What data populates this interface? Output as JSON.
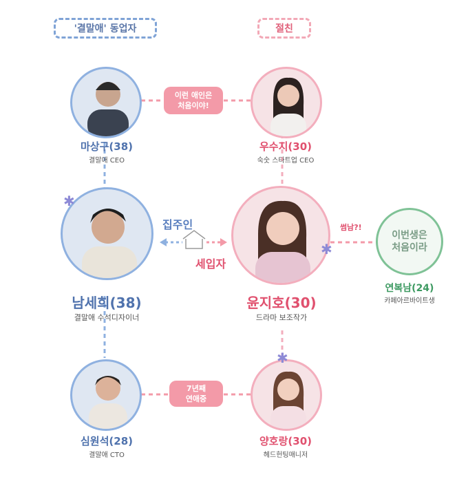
{
  "groups": {
    "left": "'결말애' 동업자",
    "right": "절친"
  },
  "characters": {
    "masanggu": {
      "name": "마상구(38)",
      "role": "결말애 CEO"
    },
    "wusuji": {
      "name": "우수지(30)",
      "role": "숙숫 스타트업 CEO"
    },
    "namsehui": {
      "name": "남세희(38)",
      "role": "결말애 수석디자이너"
    },
    "yunjiho": {
      "name": "윤지호(30)",
      "role": "드라마 보조작가"
    },
    "yeonboknam": {
      "name": "연복남(24)",
      "role": "카페아르바이트생"
    },
    "simwonseok": {
      "name": "심원석(28)",
      "role": "결말애 CTO"
    },
    "yanghorang": {
      "name": "양호랑(30)",
      "role": "헤드헌팅매니저"
    }
  },
  "relations": {
    "top_badge": [
      "이런 애인은",
      "처음이야!"
    ],
    "bottom_badge": [
      "7년째",
      "연애중"
    ],
    "landlord": "집주인",
    "tenant": "세입자",
    "crush": "썸남?!"
  },
  "logo": {
    "line1": "이번생은",
    "line2": "처음이라"
  },
  "colors": {
    "blue": "#7fa3d6",
    "pink": "#f2a8b6",
    "green": "#7fc296",
    "badge": "#f39aa8"
  }
}
